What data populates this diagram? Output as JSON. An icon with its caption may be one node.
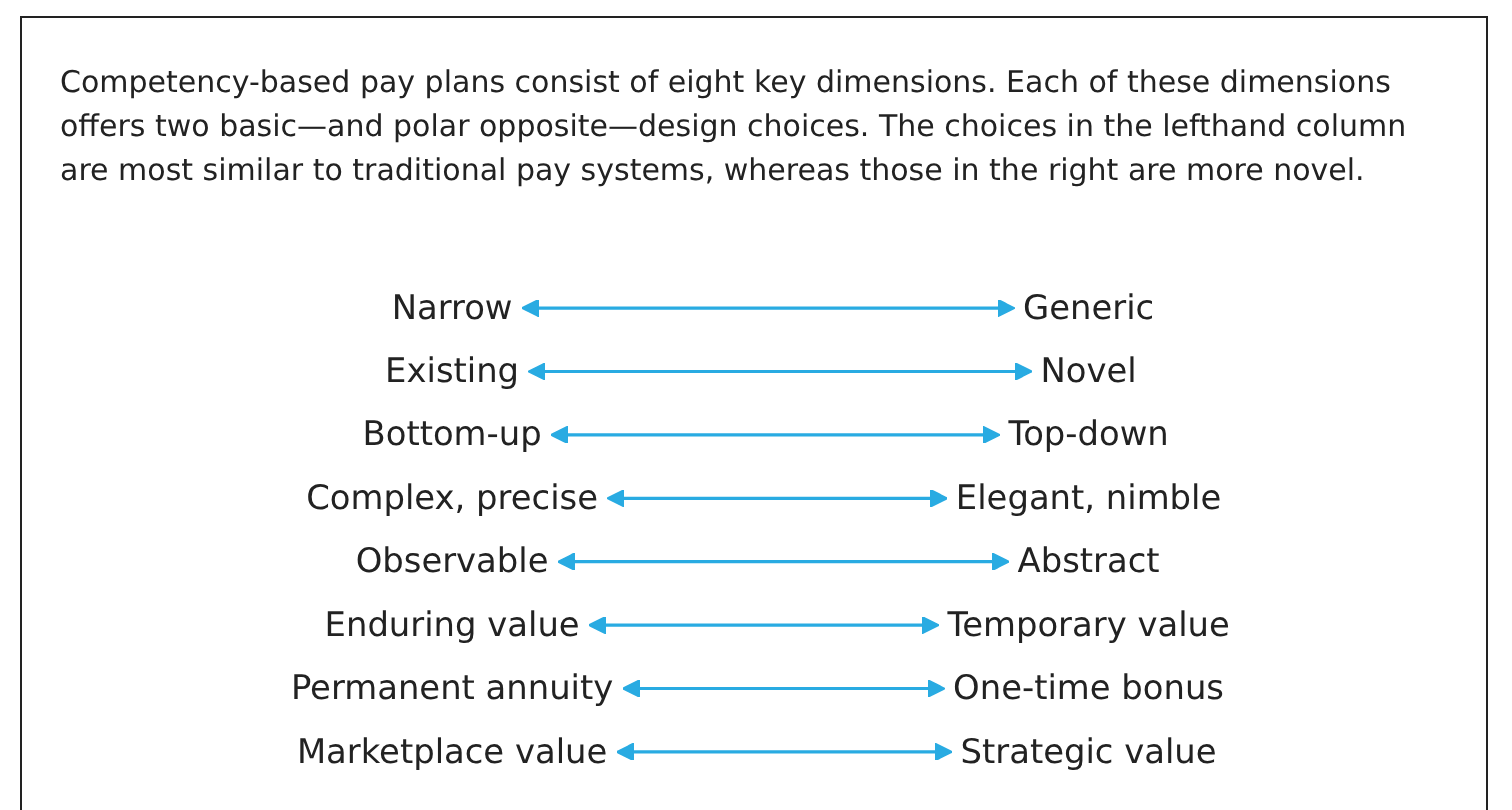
{
  "diagram": {
    "nodes": [
      {
        "text": [
          "Narrow"
        ]
      },
      {
        "text": [
          "Generic"
        ]
      },
      {
        "text": [
          "Existing"
        ]
      },
      {
        "text": [
          "Novel"
        ]
      },
      {
        "text": [
          "Bottom-up"
        ]
      },
      {
        "text": [
          "Top-down"
        ]
      },
      {
        "text": [
          "Complex, precise"
        ]
      },
      {
        "text": [
          "Elegant, nimble"
        ]
      },
      {
        "text": [
          "Observable"
        ]
      },
      {
        "text": [
          "Abstract"
        ]
      },
      {
        "text": [
          "Enduring value"
        ]
      },
      {
        "text": [
          "Temporary value"
        ]
      },
      {
        "text": [
          "Permanent annuity"
        ]
      },
      {
        "text": [
          "One-time bonus"
        ]
      },
      {
        "text": [
          "Marketplace value"
        ]
      },
      {
        "text": [
          "Strategic value"
        ]
      }
    ],
    "edges": [
      {
        "from": 0,
        "to": 1,
        "arrow": "both"
      },
      {
        "from": 2,
        "to": 3,
        "arrow": "both"
      },
      {
        "from": 4,
        "to": 5,
        "arrow": "both"
      },
      {
        "from": 6,
        "to": 7,
        "arrow": "both"
      },
      {
        "from": 8,
        "to": 9,
        "arrow": "both"
      },
      {
        "from": 10,
        "to": 11,
        "arrow": "both"
      },
      {
        "from": 12,
        "to": 13,
        "arrow": "both"
      },
      {
        "from": 14,
        "to": 15,
        "arrow": "both"
      }
    ],
    "labels": [
      "Competency-based pay plans consist of eight key dimensions. Each of these dimensions offers two basic—and polar opposite—design choices. The choices in the lefthand column are most similar to traditional pay systems, whereas those in the right are more novel."
    ]
  }
}
